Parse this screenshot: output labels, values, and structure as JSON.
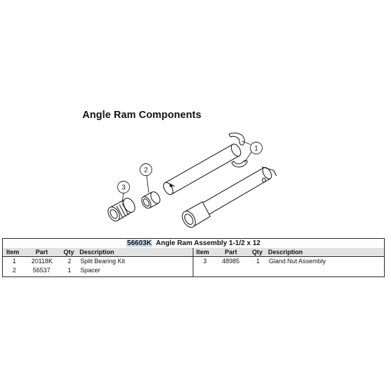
{
  "section_title": "Angle Ram Components",
  "callouts": [
    "1",
    "2",
    "3"
  ],
  "assembly": {
    "number": "56603K",
    "name": "Angle Ram Assembly 1-1/2 x 12"
  },
  "columns": [
    "Item",
    "Part",
    "Qty",
    "Description"
  ],
  "left_rows": [
    {
      "item": "1",
      "part": "20118K",
      "qty": "2",
      "description": "Split Bearing Kit"
    },
    {
      "item": "2",
      "part": "56537",
      "qty": "1",
      "description": "Spacer"
    }
  ],
  "right_rows": [
    {
      "item": "3",
      "part": "48985",
      "qty": "1",
      "description": "Gland Nut Assembly"
    }
  ],
  "colors": {
    "highlight": "#cde0f2",
    "header_fill": "#e2e2e2",
    "line": "#2a2a2a"
  }
}
